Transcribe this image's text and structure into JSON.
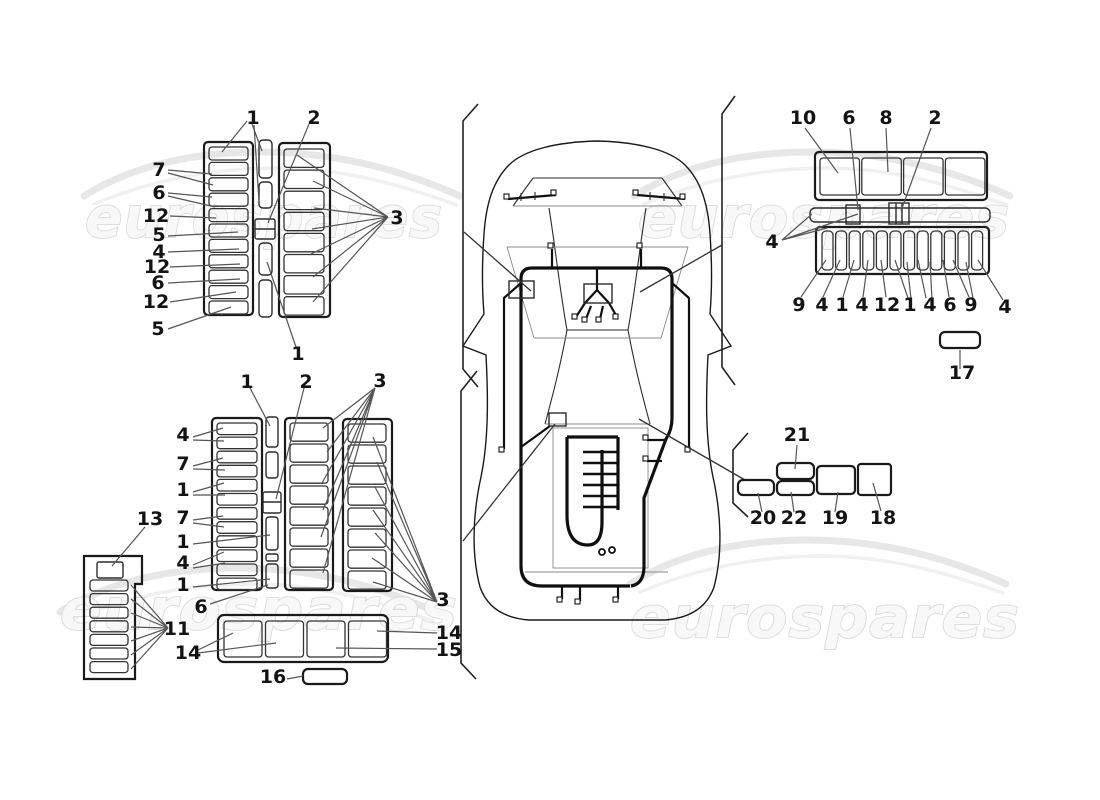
{
  "watermark": {
    "text": "eurospares"
  },
  "callouts": {
    "front_box": [
      "1",
      "2",
      "7",
      "6",
      "12",
      "5",
      "4",
      "12",
      "6",
      "12",
      "5",
      "3",
      "1"
    ],
    "cabin_box": [
      "1",
      "2",
      "3",
      "4",
      "7",
      "1",
      "7",
      "1",
      "4",
      "1",
      "6",
      "13",
      "11",
      "3",
      "14",
      "14",
      "15",
      "16"
    ],
    "rear_box": [
      "10",
      "6",
      "8",
      "2",
      "4",
      "9",
      "4",
      "1",
      "4",
      "12",
      "1",
      "4",
      "6",
      "9",
      "4",
      "17"
    ],
    "engine_units": [
      "21",
      "20",
      "22",
      "19",
      "18"
    ]
  }
}
